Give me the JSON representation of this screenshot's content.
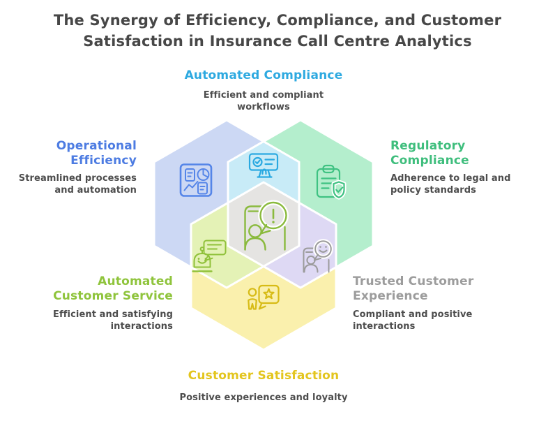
{
  "title": "The Synergy of Efficiency, Compliance, and Customer Satisfaction in Insurance Call Centre Analytics",
  "title_lines": [
    "The Synergy of Efficiency, Compliance, and Customer",
    "Satisfaction in Insurance Call Centre Analytics"
  ],
  "sections": {
    "automated_compliance": {
      "label": "Automated Compliance",
      "description": "Efficient and compliant workflows",
      "description_lines": [
        "Efficient and compliant",
        "workflows"
      ],
      "color": "#2da9e0",
      "icon": "certificate-presentation-icon"
    },
    "operational_efficiency": {
      "label": "Operational Efficiency",
      "label_lines": [
        "Operational",
        "Efficiency"
      ],
      "description": "Streamlined processes and automation",
      "description_lines": [
        "Streamlined processes",
        "and automation"
      ],
      "color": "#4d7ce2",
      "icon": "dashboard-icon"
    },
    "regulatory_compliance": {
      "label": "Regulatory Compliance",
      "label_lines": [
        "Regulatory",
        "Compliance"
      ],
      "description": "Adherence to legal and policy standards",
      "description_lines": [
        "Adherence to legal and",
        "policy standards"
      ],
      "color": "#3fbe7d",
      "icon": "clipboard-shield-check-icon"
    },
    "automated_customer_service": {
      "label": "Automated Customer Service",
      "label_lines": [
        "Automated",
        "Customer Service"
      ],
      "description": "Efficient and satisfying interactions",
      "description_lines": [
        "Efficient and satisfying",
        "interactions"
      ],
      "color": "#8fc43c",
      "icon": "chatbot-speech-icon"
    },
    "trusted_customer_experience": {
      "label": "Trusted Customer Experience",
      "label_lines": [
        "Trusted Customer",
        "Experience"
      ],
      "description": "Compliant and positive interactions",
      "description_lines": [
        "Compliant and positive",
        "interactions"
      ],
      "color": "#9c9c9c",
      "icon": "kiosk-smiley-icon"
    },
    "customer_satisfaction": {
      "label": "Customer Satisfaction",
      "description": "Positive experiences and loyalty",
      "description_lines": [
        "Positive experiences and loyalty"
      ],
      "color": "#e3c51e",
      "icon": "person-star-review-icon"
    },
    "center": {
      "icon": "service-alert-icon",
      "color": "#8aba3d"
    }
  },
  "region_colors": {
    "operational_efficiency": "#ccd8f4",
    "regulatory_compliance": "#b4eecd",
    "customer_satisfaction": "#faf0ad",
    "automated_compliance": "#c8ebf7",
    "automated_customer_service": "#e4f2b6",
    "trusted_customer_experience": "#ded9f4",
    "center": "#e5e4e2"
  },
  "icon_colors": {
    "dashboard": "#5585e8",
    "certificate": "#2aa9e1",
    "clipboard": "#3fc282",
    "center": "#8aba3d",
    "chatbot": "#90c13a",
    "kiosk": "#9b9b9b",
    "star": "#d7bb16"
  }
}
